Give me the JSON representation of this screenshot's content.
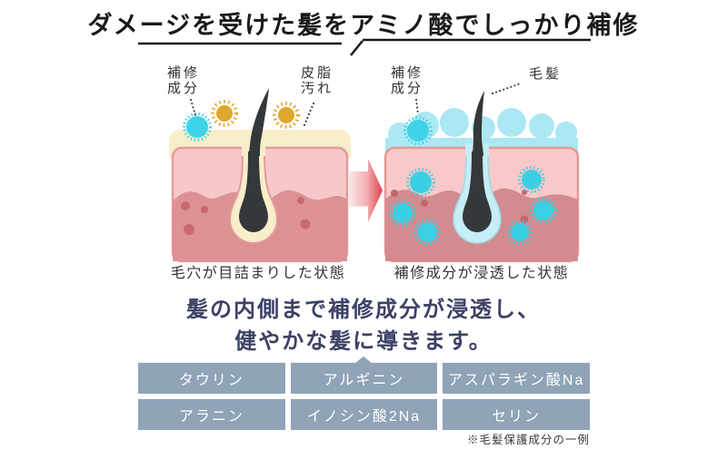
{
  "title": "ダメージを受けた髪をアミノ酸でしっかり補修",
  "diagrams": {
    "left": {
      "labels": {
        "repair": "補修\n成分",
        "sebum": "皮脂\n汚れ"
      },
      "caption": "毛穴が目詰まりした状態"
    },
    "right": {
      "labels": {
        "repair": "補修\n成分",
        "hair": "毛髪"
      },
      "caption": "補修成分が浸透した状態"
    }
  },
  "lead": {
    "line1": "髪の内側まで補修成分が浸透し、",
    "line2": "健やかな髪に導きます。"
  },
  "ingredients": {
    "cells": [
      "タウリン",
      "アルギニン",
      "アスパラギン酸Na",
      "アラニン",
      "イノシン酸2Na",
      "セリン"
    ],
    "note": "※毛髪保護成分の一例"
  },
  "colors": {
    "repair_component_cyan": "#3fd3e8",
    "repair_layer_cyan": "#abe8f3",
    "sebum_yellow": "#dfa72c",
    "sebum_layer_cream": "#f8eec9",
    "skin_light_pink": "#f7c8ca",
    "skin_rose": "#dc9195",
    "hair_black": "#35383a",
    "arrow_red": "#df434b",
    "lead_navy": "#3c4166",
    "table_slate": "#90a3b7"
  }
}
